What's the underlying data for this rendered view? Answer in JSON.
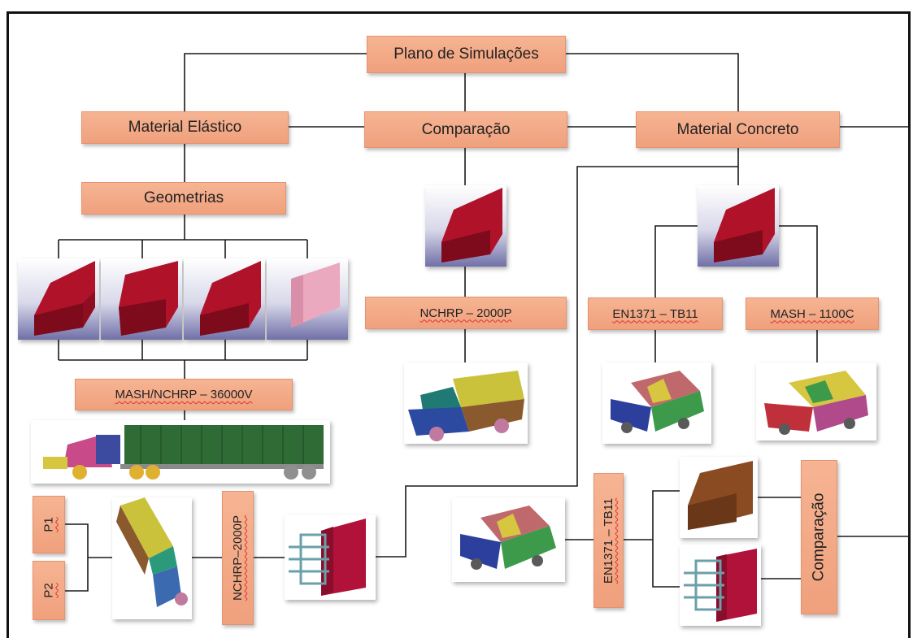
{
  "nodes": {
    "plano": "Plano de Simulações",
    "material_elastico": "Material Elástico",
    "comparacao_top": "Comparação",
    "material_concreto": "Material Concreto",
    "geometrias": "Geometrias",
    "nchrp_2000p_center": "NCHRP – 2000P",
    "en1371_tb11_top": "EN1371 – TB11",
    "mash_1100c": "MASH – 1100C",
    "mash_nchrp_36000v": "MASH/NCHRP – 36000V",
    "p1": "P1",
    "p2": "P2",
    "nchrp_2000p_vertical": "NCHRP–2000P",
    "en1371_tb11_vertical": "EN1371 – TB11",
    "comparacao_vertical": "Comparação"
  },
  "images": {
    "barrier_elastic_1": "red-concrete-barrier-render",
    "barrier_elastic_2": "red-concrete-barrier-render",
    "barrier_elastic_3": "red-concrete-barrier-render",
    "barrier_elastic_4": "pink-block-barrier-render",
    "barrier_comparison": "red-concrete-barrier-render",
    "barrier_concrete": "red-concrete-barrier-render",
    "pickup_truck": "pickup-truck-mesh",
    "sedan_en1371": "small-car-mesh",
    "sedan_mash": "sedan-mesh",
    "semi_truck": "tractor-trailer-mesh",
    "pickup_impact": "pickup-truck-impact-mesh",
    "rebar_block_left": "reinforced-barrier-section",
    "car_bottom": "small-car-mesh",
    "barrier_brown": "brown-barrier-render",
    "rebar_block_right": "reinforced-barrier-section"
  },
  "colors": {
    "box_fill": "#f3a887",
    "barrier_red": "#b0122a",
    "wire": "#1a1a1a"
  }
}
